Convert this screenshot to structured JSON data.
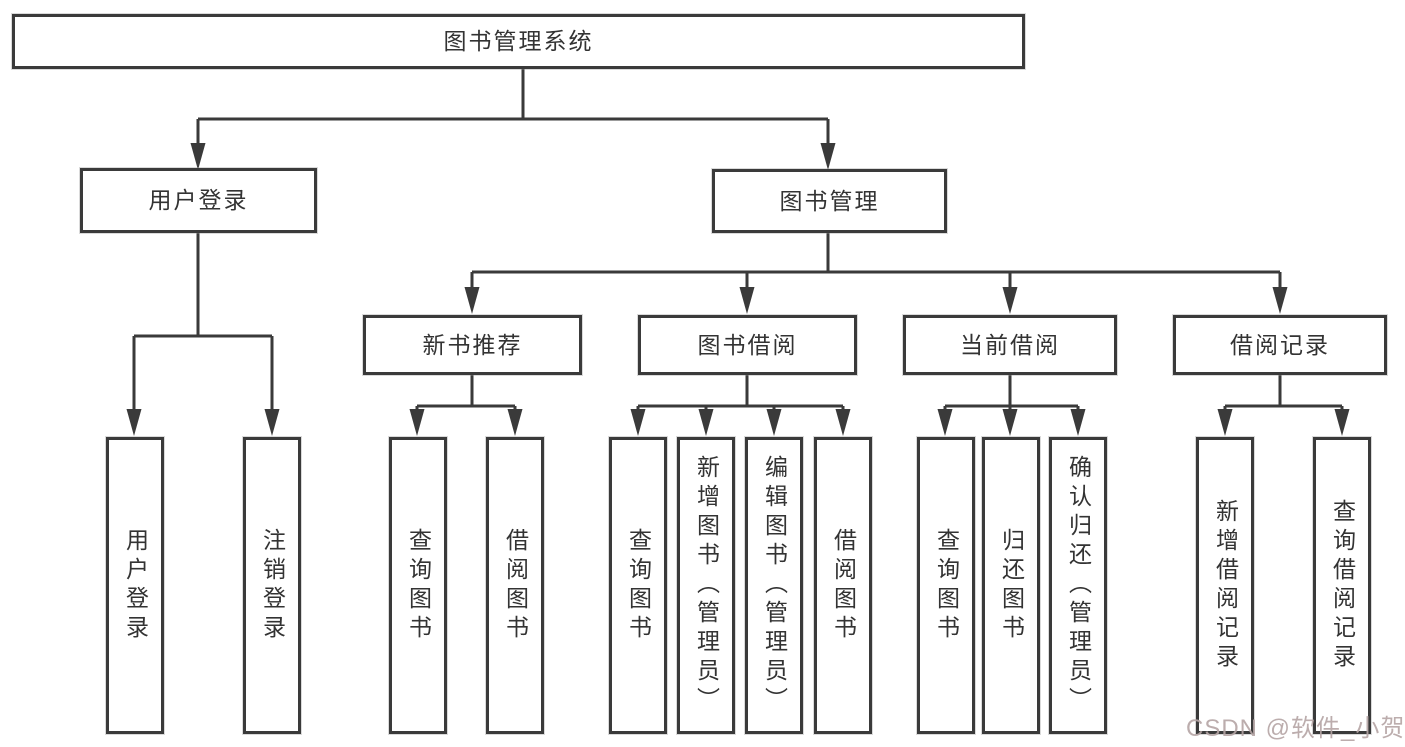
{
  "diagram": {
    "root": "图书管理系统",
    "branches": [
      {
        "label": "用户登录",
        "children": [
          {
            "label": "用户登录"
          },
          {
            "label": "注销登录"
          }
        ]
      },
      {
        "label": "图书管理",
        "groups": [
          {
            "label": "新书推荐",
            "children": [
              {
                "label": "查询图书"
              },
              {
                "label": "借阅图书"
              }
            ]
          },
          {
            "label": "图书借阅",
            "children": [
              {
                "label": "查询图书"
              },
              {
                "label": "新增图书（管理员）"
              },
              {
                "label": "编辑图书（管理员）"
              },
              {
                "label": "借阅图书"
              }
            ]
          },
          {
            "label": "当前借阅",
            "children": [
              {
                "label": "查询图书"
              },
              {
                "label": "归还图书"
              },
              {
                "label": "确认归还（管理员）"
              }
            ]
          },
          {
            "label": "借阅记录",
            "children": [
              {
                "label": "新增借阅记录"
              },
              {
                "label": "查询借阅记录"
              }
            ]
          }
        ]
      }
    ]
  },
  "colors": {
    "line": "#3a3a3a",
    "text": "#333333",
    "watermark": "#b5a5a5"
  },
  "watermark": "CSDN @软件_小贺同学"
}
